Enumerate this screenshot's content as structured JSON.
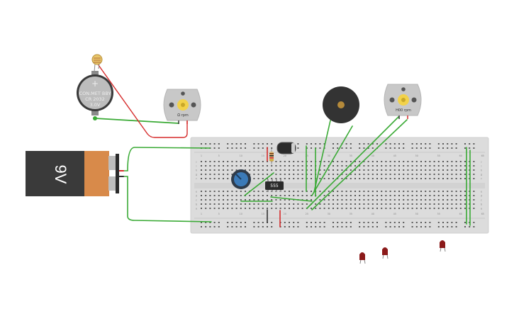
{
  "battery": {
    "label": "9V"
  },
  "coin_cell": {
    "symbol": "+",
    "line1": "CON.MET BBY",
    "line2": "CR 2032",
    "line3": "3.0V"
  },
  "motor_left": {
    "label": "Ω rpm"
  },
  "motor_right": {
    "label": "H00 rpm"
  },
  "timer_ic": {
    "label": "555"
  },
  "breadboard": {
    "row_labels_top": [
      "j",
      "i",
      "h",
      "g",
      "f"
    ],
    "row_labels_bottom": [
      "e",
      "d",
      "c",
      "b",
      "a"
    ],
    "column_numbers": [
      "1",
      "5",
      "10",
      "15",
      "20",
      "25",
      "30",
      "35",
      "40",
      "45",
      "50",
      "55",
      "60",
      "65"
    ]
  },
  "colors": {
    "wire_green": "#3aaa35",
    "wire_red": "#d52a2a",
    "breadboard": "#dcdcdc",
    "battery_body": "#3a3a3a",
    "battery_cap": "#d88a4a",
    "motor_body": "#c8c8c8",
    "motor_hub": "#f2d24a",
    "led": "#8b1a1a",
    "potentiometer": "#3b7ab8"
  },
  "icons": [
    "battery-icon",
    "coin-cell-icon",
    "photoresistor-icon",
    "dc-motor-icon",
    "buzzer-icon",
    "capacitor-icon",
    "resistor-icon",
    "potentiometer-icon",
    "ic-chip-icon",
    "led-icon"
  ]
}
